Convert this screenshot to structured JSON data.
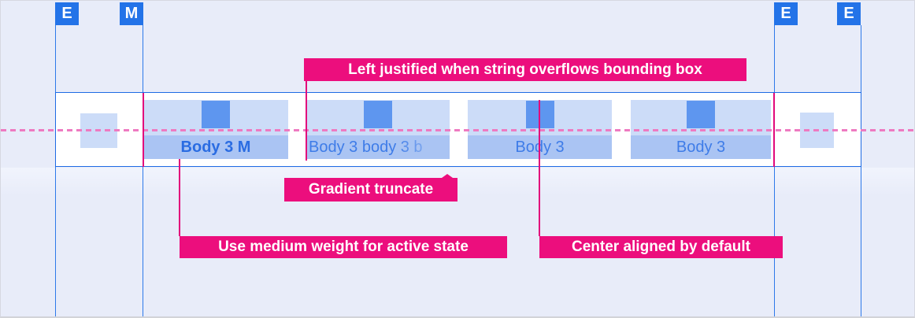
{
  "markers": [
    {
      "label": "E"
    },
    {
      "label": "M"
    },
    {
      "label": "E"
    },
    {
      "label": "E"
    }
  ],
  "tabbar": {
    "tabs": [
      {
        "label": "Body 3 M",
        "state": "active"
      },
      {
        "label": "Body 3 body 3 b",
        "state": "truncated"
      },
      {
        "label": "Body 3",
        "state": "default"
      },
      {
        "label": "Body 3",
        "state": "default"
      }
    ]
  },
  "annotations": {
    "left_justified": "Left justified when string overflows bounding box",
    "gradient_truncate": "Gradient truncate",
    "medium_weight": "Use medium weight for active state",
    "center_aligned": "Center aligned by default"
  },
  "colors": {
    "background": "#e8ecf9",
    "guide_blue": "#2d79ea",
    "marker_blue": "#2373e8",
    "bar_border": "#1e6be4",
    "tab_icon_row": "#ccdcf8",
    "tab_label_row": "#aac4f3",
    "icon_blue": "#5e96ef",
    "text_active": "#2a6ce2",
    "text_default": "#3e7ce8",
    "annotation_pink": "#ec0e7d",
    "connector_pink": "#e2097b",
    "dashed_pink": "#ee7ac1"
  }
}
